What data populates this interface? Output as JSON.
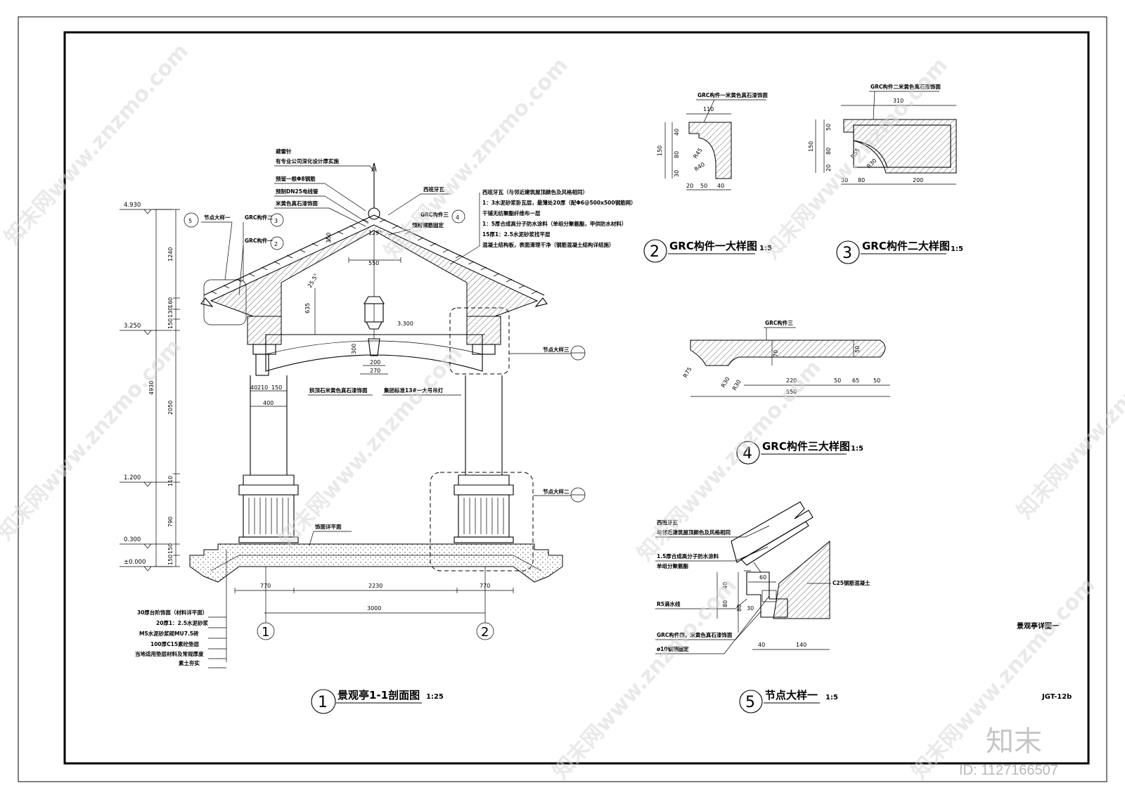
{
  "drawing": {
    "sheet_code": "JGT-12b",
    "sheet_title": "景观亭详图一",
    "watermark": "知末网www.znzmo.com",
    "logo": "知末",
    "id_label": "ID: 1127166507"
  },
  "views": {
    "section": {
      "number": "1",
      "title": "景观亭1-1剖面图",
      "scale": "1:25"
    },
    "grc1": {
      "number": "2",
      "title": "GRC构件一大样图",
      "scale": "1:5"
    },
    "grc2": {
      "number": "3",
      "title": "GRC构件二大样图",
      "scale": "1:5"
    },
    "grc3": {
      "number": "4",
      "title": "GRC构件三大样图",
      "scale": "1:5"
    },
    "node1": {
      "number": "5",
      "title": "节点大样一",
      "scale": "1:5"
    }
  },
  "section": {
    "levels": [
      "4.930",
      "3.250",
      "1.200",
      "0.300",
      "±0.000"
    ],
    "vertical_dims": [
      "1240",
      "160",
      "130",
      "150",
      "4930",
      "2050",
      "110",
      "790",
      "150",
      "150"
    ],
    "horizontal_dims": [
      "770",
      "2230",
      "770",
      "3000",
      "550",
      "3.300",
      "400",
      "40",
      "210",
      "150",
      "200",
      "270",
      "350",
      "635",
      "25.5°",
      "129°",
      "300"
    ],
    "axes": [
      "1",
      "2"
    ],
    "roof_notes_right": [
      "西班牙瓦（与邻近建筑屋顶颜色及风格相同）",
      "1：3水泥砂浆卧瓦层，最薄处20厚（配Φ6@500x500钢筋网）",
      "干铺无纺聚酯纤维布一层",
      "1：5厚合成高分子防水涂料（单组分聚氨酯，甲供防水材料）",
      "15厚1：2.5水泥砂浆找平层",
      "混凝土结构板，表面清理干净（钢筋混凝土结构详结施）"
    ],
    "roof_notes_left": [
      "避雷针",
      "有专业公司深化设计厚实施",
      "预留一根Φ8钢筋",
      "预制DN25电线管",
      "米黄色真石漆饰面"
    ],
    "callouts": {
      "spanish_tile": "西班牙瓦",
      "grc3": "GRC构件三",
      "grc3_num": "4",
      "prefab_fix": "预附钢筋固定",
      "grc2": "GRC构件二",
      "grc2_num": "3",
      "grc1": "GRC构件一",
      "grc1_num": "2",
      "node1": "节点大样一",
      "node1_num": "5",
      "node3": "节点大样三",
      "node2": "节点大样二",
      "arch_finish": "拱顶石米黄色真石漆饰面",
      "lamp": "集团标准13#一大号吊灯",
      "floor_finish": "饰面详平面"
    },
    "floor_notes": [
      "30厚台阶饰面（材料详平面）",
      "20厚1：2.5水泥砂浆",
      "M5水泥砂浆砌MU7.5砖",
      "100厚C15素砼垫层",
      "当地适用垫层材料及常规厚度",
      "素土夯实"
    ]
  },
  "grc1": {
    "label": "GRC构件一米黄色真石漆饰面",
    "dims": [
      "110",
      "40",
      "150",
      "80",
      "30",
      "20",
      "50",
      "40",
      "R45",
      "R40"
    ]
  },
  "grc2": {
    "label": "GRC构件二米黄色真石漆饰面",
    "dims": [
      "310",
      "50",
      "150",
      "80",
      "20",
      "30",
      "80",
      "200",
      "R55",
      "R30"
    ]
  },
  "grc3": {
    "label": "GRC构件三",
    "dims": [
      "70",
      "50",
      "R75",
      "R30",
      "R30",
      "220",
      "50",
      "65",
      "50",
      "550"
    ]
  },
  "node1": {
    "notes": [
      "西班牙瓦",
      "与邻近建筑屋顶颜色及风格相同",
      "1.5厚合成高分子防水涂料",
      "单组分聚氨酯",
      "R5滴水线",
      "GRC构件四，米黄色真石漆饰面",
      "ø10钢销固定"
    ],
    "concrete": "C25钢筋混凝土",
    "dims": [
      "60",
      "40",
      "80",
      "30",
      "80",
      "40",
      "140"
    ]
  }
}
